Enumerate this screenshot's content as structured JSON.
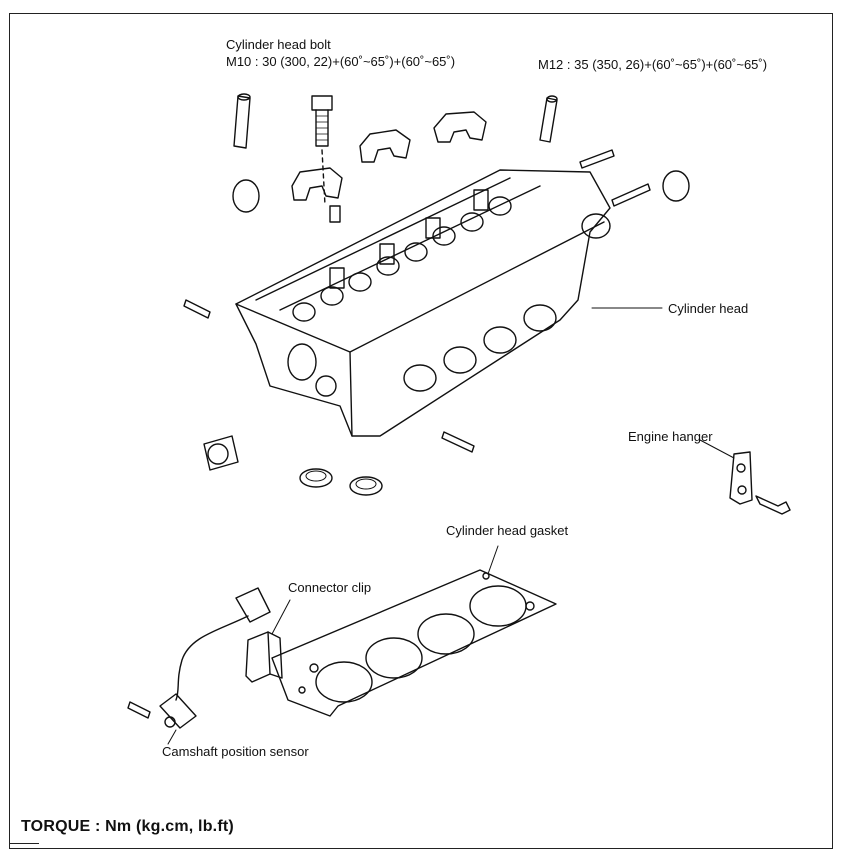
{
  "diagram": {
    "labels": {
      "bolt_title": "Cylinder head bolt",
      "m10_spec": "M10 : 30 (300, 22)+(60˚~65˚)+(60˚~65˚)",
      "m12_spec": "M12 : 35 (350, 26)+(60˚~65˚)+(60˚~65˚)",
      "cylinder_head": "Cylinder head",
      "engine_hanger": "Engine hanger",
      "gasket": "Cylinder head gasket",
      "connector_clip": "Connector clip",
      "cam_sensor": "Camshaft position sensor"
    },
    "torque_note": "TORQUE : Nm (kg.cm, lb.ft)"
  }
}
